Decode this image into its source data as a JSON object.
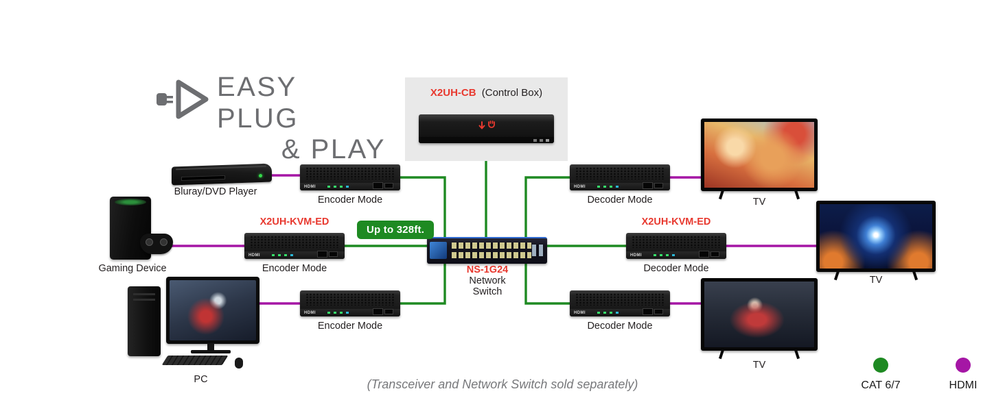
{
  "colors": {
    "cat": "#1e8a22",
    "hdmi": "#a516a5",
    "accent": "#e8392f",
    "muted": "#6d6e71",
    "ink": "#231f20"
  },
  "brand": {
    "title_line1": "EASY PLUG",
    "title_line2": "& PLAY"
  },
  "control_box": {
    "model": "X2UH-CB",
    "label": "(Control Box)"
  },
  "distance_badge": {
    "label": "Up to 328ft."
  },
  "network_switch": {
    "model": "NS-1G24",
    "name_line1": "Network",
    "name_line2": "Switch"
  },
  "transceivers": {
    "left_model": "X2UH-KVM-ED",
    "right_model": "X2UH-KVM-ED",
    "hdmi_logo": "HDMI"
  },
  "sources": {
    "bluray": {
      "label": "Bluray/DVD Player"
    },
    "gaming": {
      "label": "Gaming Device"
    },
    "pc": {
      "label": "PC"
    }
  },
  "encoders": [
    {
      "label": "Encoder Mode"
    },
    {
      "label": "Encoder Mode"
    },
    {
      "label": "Encoder Mode"
    }
  ],
  "decoders": [
    {
      "label": "Decoder Mode"
    },
    {
      "label": "Decoder Mode"
    },
    {
      "label": "Decoder Mode"
    }
  ],
  "displays": [
    {
      "label": "TV"
    },
    {
      "label": "TV"
    },
    {
      "label": "TV"
    }
  ],
  "footnote": "(Transceiver and Network Switch sold separately)",
  "legend": [
    {
      "label": "CAT 6/7",
      "color": "#1e8a22"
    },
    {
      "label": "HDMI",
      "color": "#a516a5"
    }
  ]
}
